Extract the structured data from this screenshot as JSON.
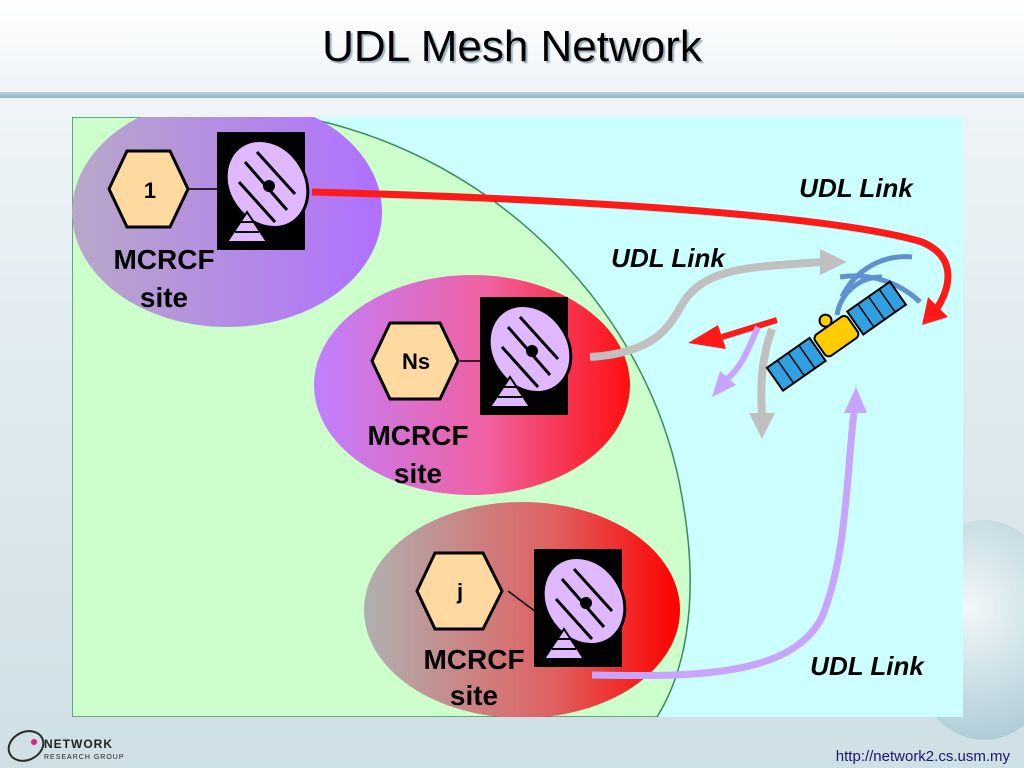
{
  "slide": {
    "title": "UDL Mesh Network",
    "footer_url": "http://network2.cs.usm.my",
    "logo_main": "NETWORK",
    "logo_sub": "RESEARCH GROUP"
  },
  "diagram": {
    "sites": [
      {
        "id": "1",
        "label_line1": "MCRCF",
        "label_line2": "site"
      },
      {
        "id": "Ns",
        "label_line1": "MCRCF",
        "label_line2": "site"
      },
      {
        "id": "j",
        "label_line1": "MCRCF",
        "label_line2": "site"
      }
    ],
    "links": [
      {
        "label": "UDL Link",
        "color": "#ff1a1a"
      },
      {
        "label": "UDL Link",
        "color": "#c0c0c0"
      },
      {
        "label": "UDL Link",
        "color": "#c9a4ff"
      }
    ],
    "icons": [
      "satellite-dish-icon",
      "satellite-icon"
    ],
    "colors": {
      "panel": "#ccffff",
      "coverage": "#ccffcc",
      "site1": "#c080ff",
      "site_ns": "#ff2020",
      "site_j": "#ff1010"
    }
  }
}
